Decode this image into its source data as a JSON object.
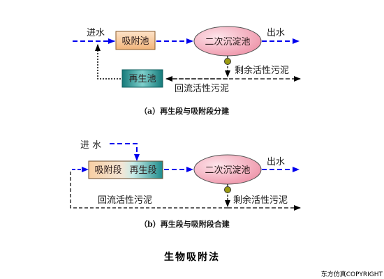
{
  "diagram_a": {
    "inlet": "进水",
    "adsorption_tank": "吸附池",
    "secondary_clarifier": "二次沉淀池",
    "outlet": "出水",
    "excess_sludge": "剩余活性污泥",
    "regeneration_tank": "再生池",
    "return_sludge": "回流活性污泥",
    "caption": "（a）再生段与吸附段分建"
  },
  "diagram_b": {
    "inlet": "进 水",
    "adsorption_section": "吸附段",
    "regeneration_section": "再生段",
    "secondary_clarifier": "二次沉淀池",
    "outlet": "出水",
    "return_sludge": "回流活性污泥",
    "excess_sludge": "剩余活性污泥",
    "caption": "（b）再生段与吸附段合建"
  },
  "title": "生物吸附法",
  "copyright": "东方仿真COPYRIGHT",
  "colors": {
    "water_flow": "#0000ee",
    "sludge_flow": "#000000",
    "adsorption_fill": "#f6c79c",
    "regeneration_fill": "#2a9a9a",
    "clarifier_fill": "#f4a9b9",
    "valve": "#8a8a00"
  }
}
